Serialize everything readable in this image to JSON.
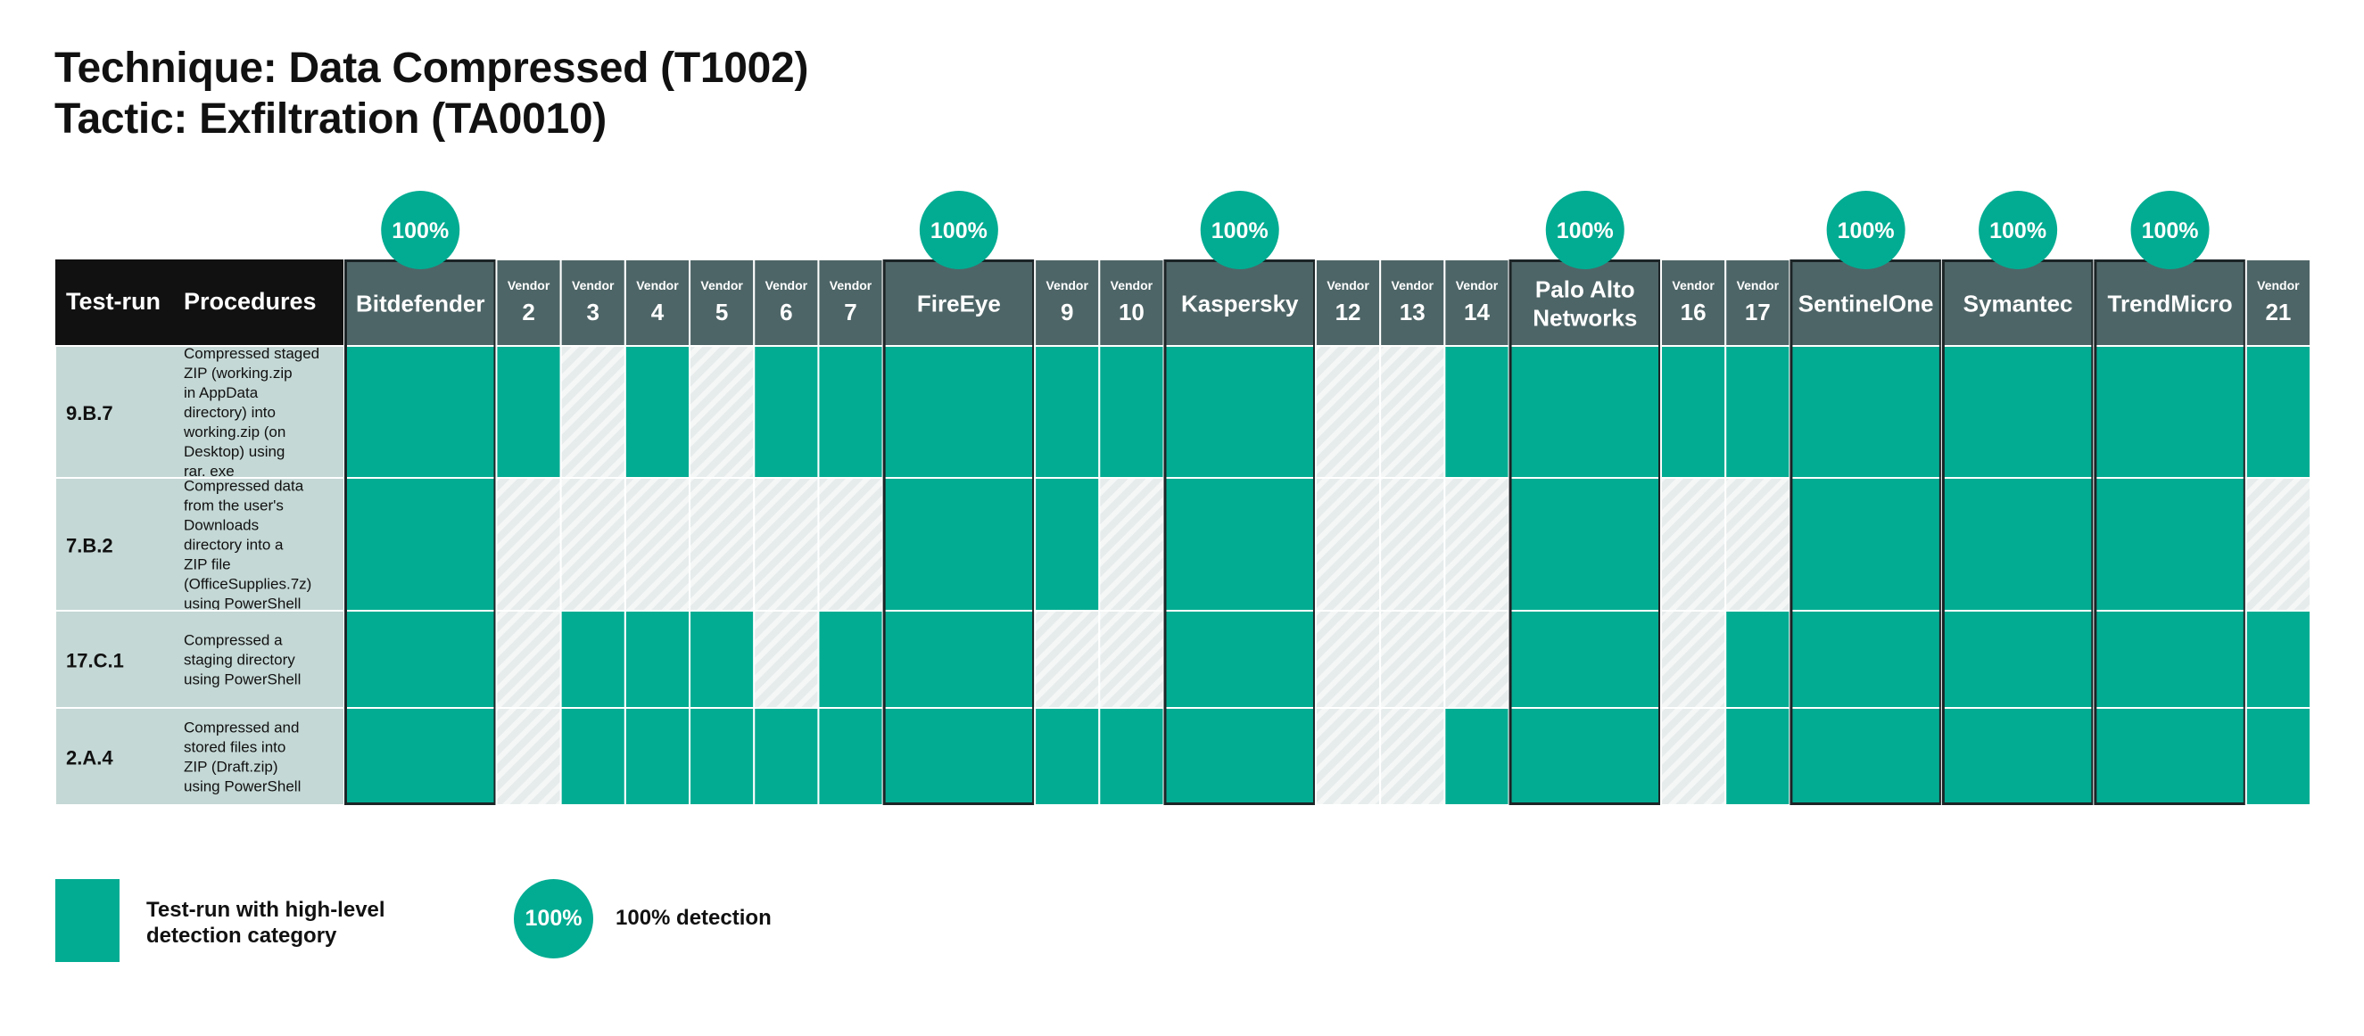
{
  "title": {
    "line1": "Technique: Data Compressed (T1002)",
    "line2": "Tactic: Exfiltration (TA0010)"
  },
  "colors": {
    "detected": "#02ac92",
    "not_detected": "#e6ebeb",
    "header_bg": "#4e6567",
    "header_dark": "#111111",
    "row_label_bg": "#c4d8d5",
    "badge": "#02ac92"
  },
  "legend": {
    "swatch_label": "Test-run with high-level detection category",
    "badge_text": "100%",
    "badge_label": "100% detection"
  },
  "chart_data": {
    "type": "table",
    "row_header": "Test-run",
    "procedure_header": "Procedures",
    "rows": [
      {
        "id": "9.B.7",
        "procedure": "Compressed staged ZIP (working.zip in AppData directory) into working.zip (on Desktop) using rar. exe"
      },
      {
        "id": "7.B.2",
        "procedure": "Compressed data from the user's Downloads directory into a ZIP file (OfficeSupplies.7z) using PowerShell"
      },
      {
        "id": "17.C.1",
        "procedure": "Compressed a staging directory using PowerShell"
      },
      {
        "id": "2.A.4",
        "procedure": "Compressed and stored files into ZIP (Draft.zip) using PowerShell"
      }
    ],
    "vendors": [
      {
        "name": "Bitdefender",
        "named": true,
        "badge": "100%",
        "detections": [
          1,
          1,
          1,
          1
        ]
      },
      {
        "small": "Vendor",
        "big": "2",
        "named": false,
        "detections": [
          1,
          0,
          0,
          0
        ]
      },
      {
        "small": "Vendor",
        "big": "3",
        "named": false,
        "detections": [
          0,
          0,
          1,
          1
        ]
      },
      {
        "small": "Vendor",
        "big": "4",
        "named": false,
        "detections": [
          1,
          0,
          1,
          1
        ]
      },
      {
        "small": "Vendor",
        "big": "5",
        "named": false,
        "detections": [
          0,
          0,
          1,
          1
        ]
      },
      {
        "small": "Vendor",
        "big": "6",
        "named": false,
        "detections": [
          1,
          0,
          0,
          1
        ]
      },
      {
        "small": "Vendor",
        "big": "7",
        "named": false,
        "detections": [
          1,
          0,
          1,
          1
        ]
      },
      {
        "name": "FireEye",
        "named": true,
        "badge": "100%",
        "detections": [
          1,
          1,
          1,
          1
        ]
      },
      {
        "small": "Vendor",
        "big": "9",
        "named": false,
        "detections": [
          1,
          1,
          0,
          1
        ]
      },
      {
        "small": "Vendor",
        "big": "10",
        "named": false,
        "detections": [
          1,
          0,
          0,
          1
        ]
      },
      {
        "name": "Kaspersky",
        "named": true,
        "badge": "100%",
        "detections": [
          1,
          1,
          1,
          1
        ]
      },
      {
        "small": "Vendor",
        "big": "12",
        "named": false,
        "detections": [
          0,
          0,
          0,
          0
        ]
      },
      {
        "small": "Vendor",
        "big": "13",
        "named": false,
        "detections": [
          0,
          0,
          0,
          0
        ]
      },
      {
        "small": "Vendor",
        "big": "14",
        "named": false,
        "detections": [
          1,
          0,
          0,
          1
        ]
      },
      {
        "name": "Palo Alto Networks",
        "named": true,
        "badge": "100%",
        "detections": [
          1,
          1,
          1,
          1
        ]
      },
      {
        "small": "Vendor",
        "big": "16",
        "named": false,
        "detections": [
          1,
          0,
          0,
          0
        ]
      },
      {
        "small": "Vendor",
        "big": "17",
        "named": false,
        "detections": [
          1,
          0,
          1,
          1
        ]
      },
      {
        "name": "SentinelOne",
        "named": true,
        "badge": "100%",
        "detections": [
          1,
          1,
          1,
          1
        ]
      },
      {
        "name": "Symantec",
        "named": true,
        "badge": "100%",
        "detections": [
          1,
          1,
          1,
          1
        ]
      },
      {
        "name": "TrendMicro",
        "named": true,
        "badge": "100%",
        "detections": [
          1,
          1,
          1,
          1
        ]
      },
      {
        "small": "Vendor",
        "big": "21",
        "named": false,
        "detections": [
          1,
          0,
          1,
          1
        ]
      }
    ]
  }
}
